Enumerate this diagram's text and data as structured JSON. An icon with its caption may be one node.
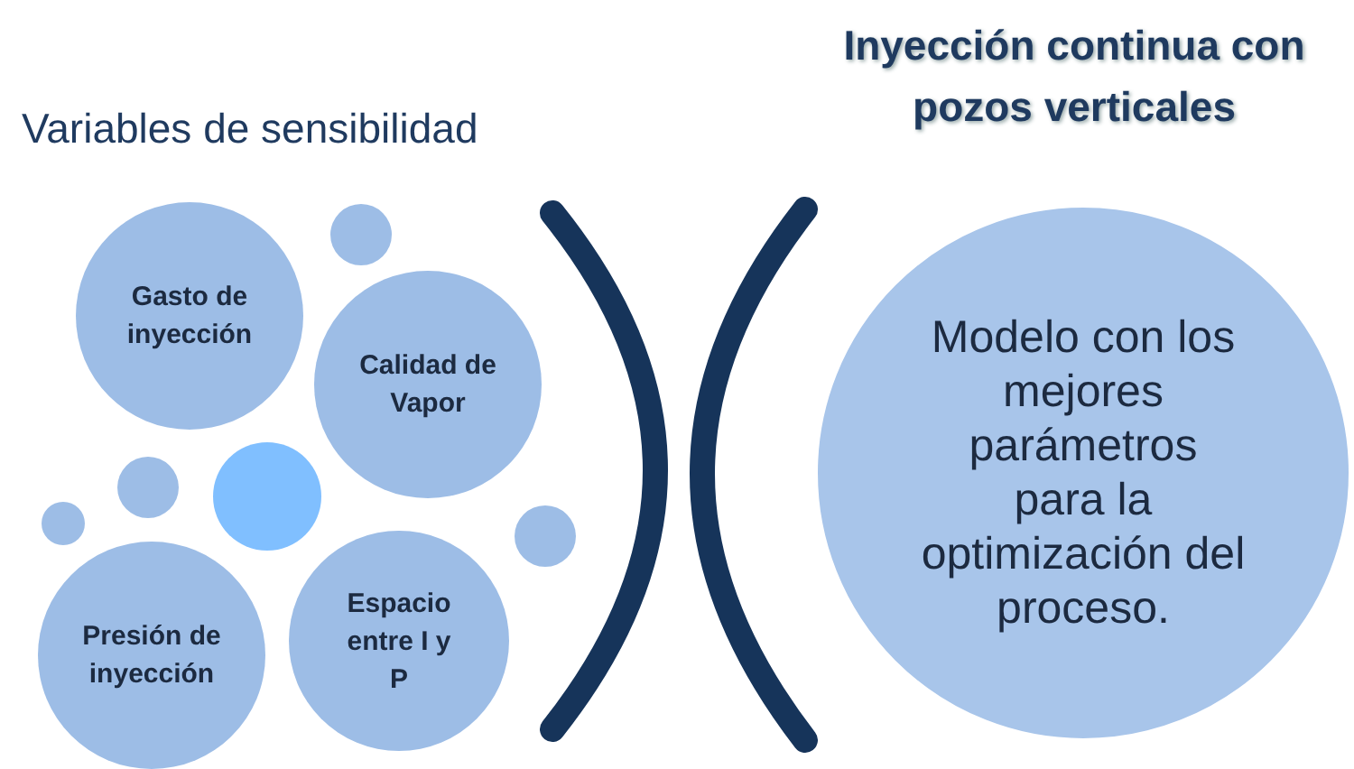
{
  "diagram": {
    "title": "Inyección continua con pozos verticales",
    "nodes": [
      {
        "text": [
          "Gasto de inyección"
        ]
      },
      {
        "text": [
          "Calidad de Vapor"
        ]
      },
      {
        "text": [
          "Presión de inyección"
        ]
      },
      {
        "text": [
          "Espacio entre I y P"
        ]
      },
      {
        "text": [
          "Modelo con los mejores parámetros para la optimización del proceso."
        ]
      },
      {
        "text": [],
        "shape": "circle"
      },
      {
        "text": [],
        "shape": "circle"
      },
      {
        "text": [],
        "shape": "circle"
      },
      {
        "text": [],
        "shape": "circle"
      },
      {
        "text": [],
        "shape": "circle"
      }
    ],
    "labels": [
      "Variables de sensibilidad"
    ]
  }
}
